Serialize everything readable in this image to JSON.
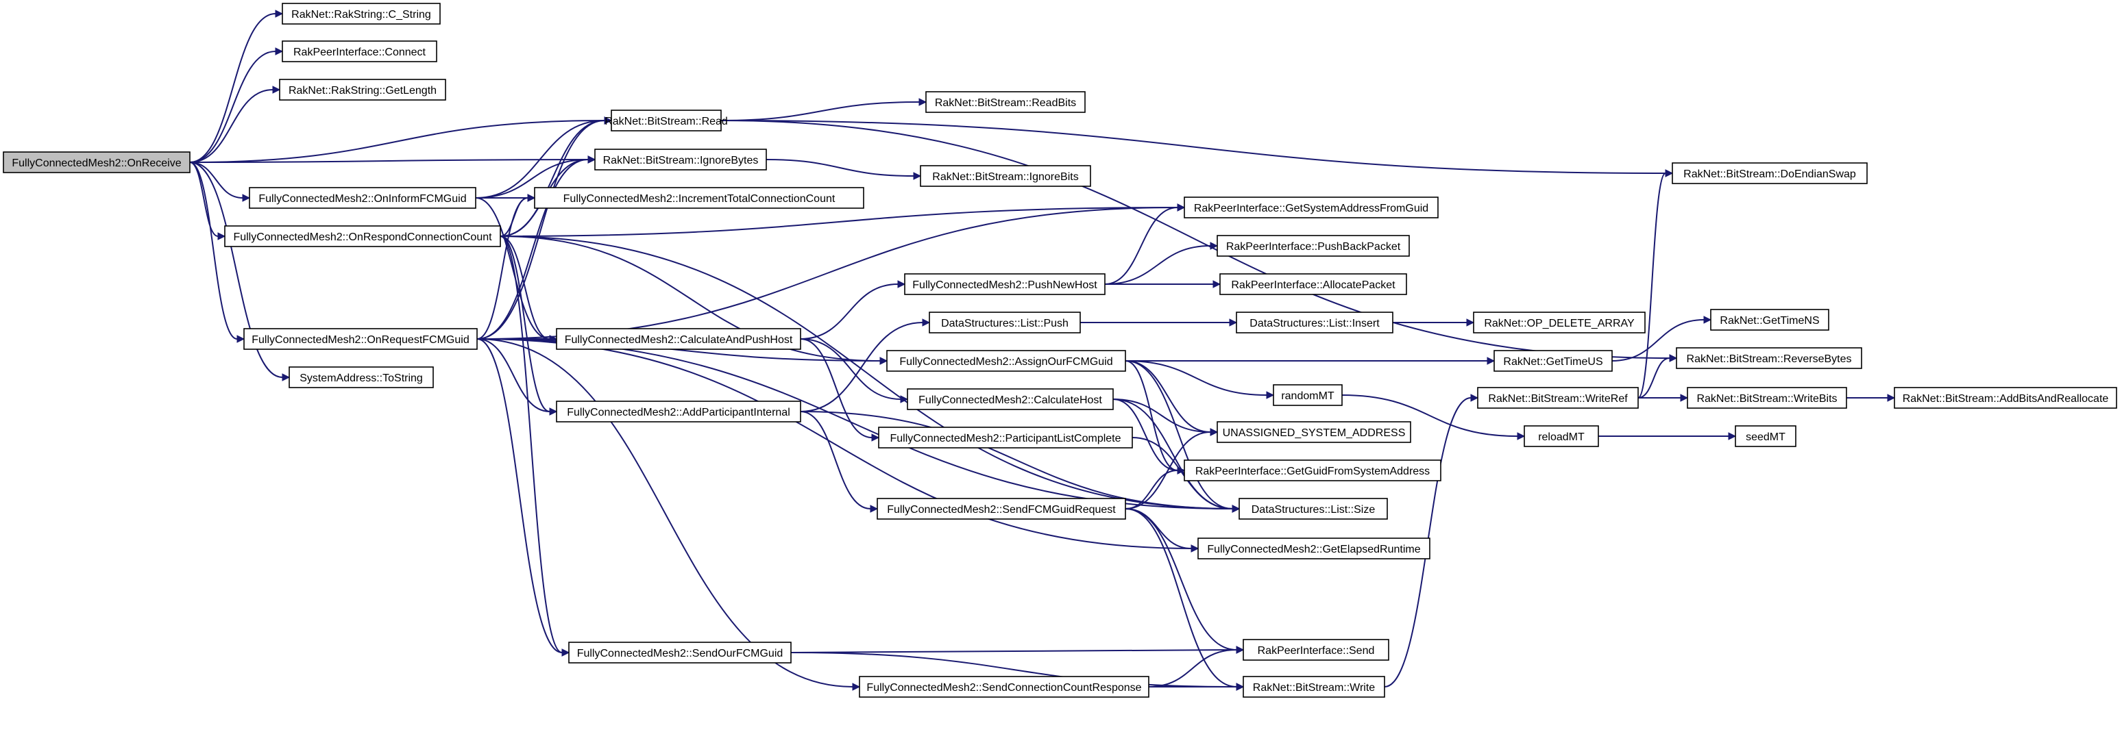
{
  "root": "FullyConnectedMesh2::OnReceive",
  "nodes": {
    "onReceive": "FullyConnectedMesh2::OnReceive",
    "cString": "RakNet::RakString::C_String",
    "connect": "RakPeerInterface::Connect",
    "getLength": "RakNet::RakString::GetLength",
    "read": "RakNet::BitStream::Read",
    "ignoreBytes": "RakNet::BitStream::IgnoreBytes",
    "onInform": "FullyConnectedMesh2::OnInformFCMGuid",
    "incTotal": "FullyConnectedMesh2::IncrementTotalConnectionCount",
    "onRespond": "FullyConnectedMesh2::OnRespondConnectionCount",
    "onRequest": "FullyConnectedMesh2::OnRequestFCMGuid",
    "toString": "SystemAddress::ToString",
    "readBits": "RakNet::BitStream::ReadBits",
    "ignoreBits": "RakNet::BitStream::IgnoreBits",
    "getSysAddr": "RakPeerInterface::GetSystemAddressFromGuid",
    "pushBack": "RakPeerInterface::PushBackPacket",
    "pushNewHost": "FullyConnectedMesh2::PushNewHost",
    "allocPacket": "RakPeerInterface::AllocatePacket",
    "listPush": "DataStructures::List::Push",
    "listInsert": "DataStructures::List::Insert",
    "opDelete": "RakNet::OP_DELETE_ARRAY",
    "calcPush": "FullyConnectedMesh2::CalculateAndPushHost",
    "assignOur": "FullyConnectedMesh2::AssignOurFCMGuid",
    "getTimeUS": "RakNet::GetTimeUS",
    "getTimeNS": "RakNet::GetTimeNS",
    "randomMT": "randomMT",
    "calcHost": "FullyConnectedMesh2::CalculateHost",
    "addPart": "FullyConnectedMesh2::AddParticipantInternal",
    "partComplete": "FullyConnectedMesh2::ParticipantListComplete",
    "unassigned": "UNASSIGNED_SYSTEM_ADDRESS",
    "getGuid": "RakPeerInterface::GetGuidFromSystemAddress",
    "sendReq": "FullyConnectedMesh2::SendFCMGuidRequest",
    "listSize": "DataStructures::List::Size",
    "elapsed": "FullyConnectedMesh2::GetElapsedRuntime",
    "sendOur": "FullyConnectedMesh2::SendOurFCMGuid",
    "send": "RakPeerInterface::Send",
    "sendCount": "FullyConnectedMesh2::SendConnectionCountResponse",
    "write": "RakNet::BitStream::Write",
    "doEndian": "RakNet::BitStream::DoEndianSwap",
    "reverseBytes": "RakNet::BitStream::ReverseBytes",
    "writeRef": "RakNet::BitStream::WriteRef",
    "writeBits": "RakNet::BitStream::WriteBits",
    "addBits": "RakNet::BitStream::AddBitsAndReallocate",
    "reloadMT": "reloadMT",
    "seedMT": "seedMT"
  },
  "edges": [
    [
      "onReceive",
      "cString"
    ],
    [
      "onReceive",
      "connect"
    ],
    [
      "onReceive",
      "getLength"
    ],
    [
      "onReceive",
      "read"
    ],
    [
      "onReceive",
      "ignoreBytes"
    ],
    [
      "onReceive",
      "onInform"
    ],
    [
      "onReceive",
      "onRespond"
    ],
    [
      "onReceive",
      "onRequest"
    ],
    [
      "onReceive",
      "toString"
    ],
    [
      "read",
      "readBits"
    ],
    [
      "read",
      "doEndian"
    ],
    [
      "read",
      "reverseBytes"
    ],
    [
      "ignoreBytes",
      "ignoreBits"
    ],
    [
      "onInform",
      "read"
    ],
    [
      "onInform",
      "ignoreBytes"
    ],
    [
      "onInform",
      "incTotal"
    ],
    [
      "onInform",
      "calcPush"
    ],
    [
      "onRespond",
      "read"
    ],
    [
      "onRespond",
      "ignoreBytes"
    ],
    [
      "onRespond",
      "incTotal"
    ],
    [
      "onRespond",
      "getSysAddr"
    ],
    [
      "onRespond",
      "assignOur"
    ],
    [
      "onRespond",
      "addPart"
    ],
    [
      "onRespond",
      "calcPush"
    ],
    [
      "onRespond",
      "sendOur"
    ],
    [
      "onRespond",
      "listSize"
    ],
    [
      "onRequest",
      "read"
    ],
    [
      "onRequest",
      "ignoreBytes"
    ],
    [
      "onRequest",
      "incTotal"
    ],
    [
      "onRequest",
      "getSysAddr"
    ],
    [
      "onRequest",
      "calcPush"
    ],
    [
      "onRequest",
      "assignOur"
    ],
    [
      "onRequest",
      "addPart"
    ],
    [
      "onRequest",
      "elapsed"
    ],
    [
      "onRequest",
      "sendOur"
    ],
    [
      "onRequest",
      "sendCount"
    ],
    [
      "onRequest",
      "listSize"
    ],
    [
      "calcPush",
      "pushNewHost"
    ],
    [
      "calcPush",
      "calcHost"
    ],
    [
      "calcPush",
      "partComplete"
    ],
    [
      "pushNewHost",
      "getSysAddr"
    ],
    [
      "pushNewHost",
      "pushBack"
    ],
    [
      "pushNewHost",
      "allocPacket"
    ],
    [
      "listPush",
      "listInsert"
    ],
    [
      "listInsert",
      "opDelete"
    ],
    [
      "assignOur",
      "getTimeUS"
    ],
    [
      "assignOur",
      "randomMT"
    ],
    [
      "assignOur",
      "unassigned"
    ],
    [
      "assignOur",
      "getGuid"
    ],
    [
      "assignOur",
      "listSize"
    ],
    [
      "calcHost",
      "unassigned"
    ],
    [
      "calcHost",
      "getGuid"
    ],
    [
      "calcHost",
      "listSize"
    ],
    [
      "addPart",
      "listPush"
    ],
    [
      "addPart",
      "sendReq"
    ],
    [
      "addPart",
      "listSize"
    ],
    [
      "partComplete",
      "listSize"
    ],
    [
      "sendReq",
      "unassigned"
    ],
    [
      "sendReq",
      "getGuid"
    ],
    [
      "sendReq",
      "elapsed"
    ],
    [
      "sendReq",
      "send"
    ],
    [
      "sendReq",
      "write"
    ],
    [
      "sendOur",
      "send"
    ],
    [
      "sendOur",
      "write"
    ],
    [
      "sendCount",
      "send"
    ],
    [
      "sendCount",
      "write"
    ],
    [
      "write",
      "writeRef"
    ],
    [
      "writeRef",
      "doEndian"
    ],
    [
      "writeRef",
      "reverseBytes"
    ],
    [
      "writeRef",
      "writeBits"
    ],
    [
      "writeBits",
      "addBits"
    ],
    [
      "getTimeUS",
      "getTimeNS"
    ],
    [
      "randomMT",
      "reloadMT"
    ],
    [
      "reloadMT",
      "seedMT"
    ]
  ]
}
